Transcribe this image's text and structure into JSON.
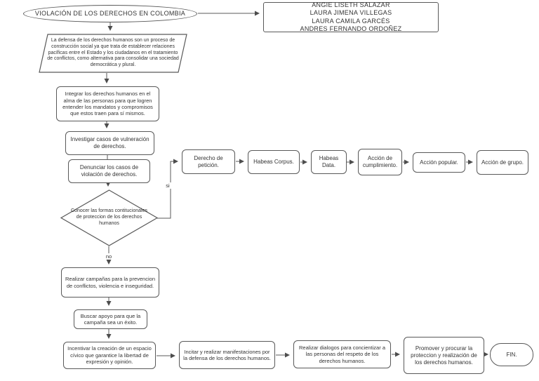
{
  "diagram": {
    "background": "#ffffff",
    "colors": {
      "border": "#595959",
      "line": "#4d4d4d",
      "text": "#333333"
    },
    "edge_labels": {
      "yes": "si",
      "no": "no"
    },
    "nodes": {
      "start": {
        "label": "VIOLACIÓN DE LOS DERECHOS EN COLOMBIA",
        "shape": "oval"
      },
      "authors": {
        "label": "ANGIE LISETH SALAZAR\nLAURA JIMENA VILLEGAS\nLAURA CAMILA GARCÉS\nANDRES FERNANDO ORDOÑEZ",
        "shape": "rectangle"
      },
      "definition": {
        "label": "La defensa de los derechos humanos son un proceso de construcción social  ya que trata de establecer relaciones pacíficas entre el Estado y los ciudadanos en el tratamiento de conflictos, como alternativa para consolidar una sociedad democrática y plural.",
        "shape": "parallelogram"
      },
      "integrate": {
        "label": "Integrar los derechos humanos en el alma de las personas para que logren entender los mandatos y compromisos que estos traen para sí mismos.",
        "shape": "rounded-box"
      },
      "investigate": {
        "label": "Investigar casos de vulneración de derechos.",
        "shape": "rounded-box"
      },
      "denounce": {
        "label": "Denunciar los casos de violación de derechos.",
        "shape": "rounded-box"
      },
      "decision": {
        "label": "Conocer las formas contitucionales de proteccion de los derechos humanos",
        "shape": "diamond"
      },
      "petition": {
        "label": "Derecho de petición.",
        "shape": "rounded-box"
      },
      "habeas_corpus": {
        "label": "Habeas Corpus.",
        "shape": "rounded-box"
      },
      "habeas_data": {
        "label": "Habeas Data.",
        "shape": "rounded-box"
      },
      "compliance": {
        "label": "Acción de cumplimiento.",
        "shape": "rounded-box"
      },
      "popular": {
        "label": "Acción popular.",
        "shape": "rounded-box"
      },
      "group": {
        "label": "Acción de grupo.",
        "shape": "rounded-box"
      },
      "campaigns": {
        "label": "Realizar campañas para la prevencion de conflictos, violencia e inseguridad.",
        "shape": "rounded-box"
      },
      "support": {
        "label": "Buscar apoyo para que la campaña sea un éxito.",
        "shape": "rounded-box"
      },
      "incentivize": {
        "label": "Incentivar la creación de un espacio cívico que garantice la libertad de expresión y opinión.",
        "shape": "rounded-box"
      },
      "incite": {
        "label": "Incitar y realizar manifestaciones por la defensa de los derechos humanos.",
        "shape": "rounded-box"
      },
      "dialogues": {
        "label": "Realizar dialogos para concientizar a las personas del respeto de los derechos humanos.",
        "shape": "rounded-box"
      },
      "promote": {
        "label": "Promover y procurar la proteccion y realización de los derechos humanos.",
        "shape": "rounded-box"
      },
      "end": {
        "label": "FIN.",
        "shape": "terminator"
      }
    }
  }
}
